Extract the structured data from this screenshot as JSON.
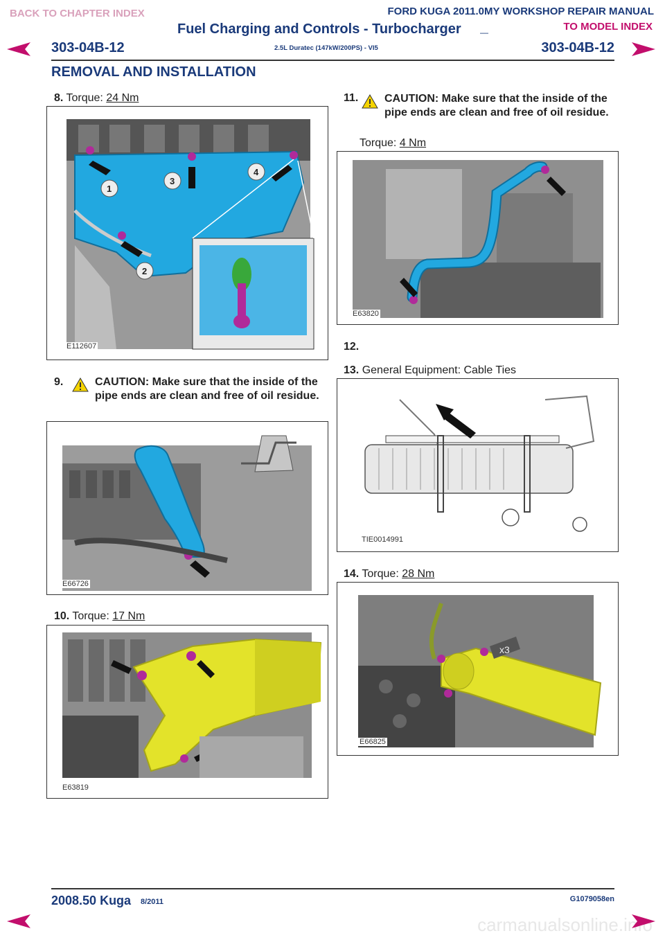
{
  "nav": {
    "back_chapter": "BACK TO CHAPTER INDEX",
    "model_index": "TO MODEL INDEX"
  },
  "header": {
    "manual_title": "FORD KUGA 2011.0MY WORKSHOP REPAIR MANUAL",
    "section_title": "Fuel Charging and Controls - Turbocharger",
    "section_dash": "—",
    "page_code": "303-04B-12",
    "engine": "2.5L Duratec (147kW/200PS) - VI5",
    "procedure": "REMOVAL AND INSTALLATION"
  },
  "steps": {
    "s8": {
      "num": "8.",
      "label": "Torque:",
      "value": "24 Nm",
      "figure_id": "E112607",
      "callouts": [
        "1",
        "2",
        "3",
        "4"
      ]
    },
    "s9": {
      "num": "9.",
      "caution": "CAUTION: Make sure that the inside of the pipe ends are clean and free of oil residue.",
      "figure_id": "E66726"
    },
    "s10": {
      "num": "10.",
      "label": "Torque:",
      "value": "17 Nm",
      "figure_id": "E63819"
    },
    "s11": {
      "num": "11.",
      "caution": "CAUTION: Make sure that the inside of the pipe ends are clean and free of oil residue.",
      "label": "Torque:",
      "value": "4 Nm",
      "figure_id": "E63820"
    },
    "s12": {
      "num": "12."
    },
    "s13": {
      "num": "13.",
      "text": "General Equipment: Cable Ties",
      "figure_id": "TIE0014991"
    },
    "s14": {
      "num": "14.",
      "label": "Torque:",
      "value": "28 Nm",
      "figure_id": "E66825",
      "multiplier": "x3"
    }
  },
  "footer": {
    "model": "2008.50 Kuga",
    "date": "8/2011",
    "doc_code": "G1079058en"
  },
  "watermark": "carmanualsonline.info",
  "colors": {
    "heading_blue": "#1a3a7a",
    "nav_magenta": "#c20e6c",
    "part_cyan": "#22a8e0",
    "part_yellow": "#e3e32a",
    "fastener_magenta": "#b02a9a",
    "warning_yellow": "#f5d400"
  }
}
